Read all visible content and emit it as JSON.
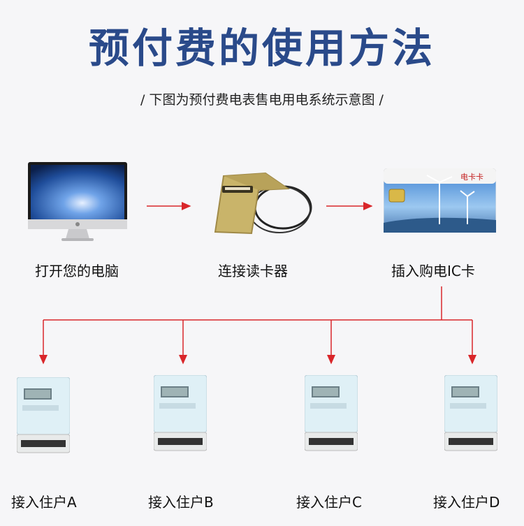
{
  "title": "预付费的使用方法",
  "subtitle": "/  下图为预付费电表售电用电系统示意图  /",
  "steps": {
    "computer": "打开您的电脑",
    "reader": "连接读卡器",
    "card": "插入购电IC卡"
  },
  "card_text": "电卡卡",
  "households": [
    {
      "label": "接入住户A"
    },
    {
      "label": "接入住户B"
    },
    {
      "label": "接入住户C"
    },
    {
      "label": "接入住户D"
    }
  ],
  "colors": {
    "title": "#2a4a8a",
    "arrow": "#d9262a",
    "background": "#f6f6f8"
  }
}
